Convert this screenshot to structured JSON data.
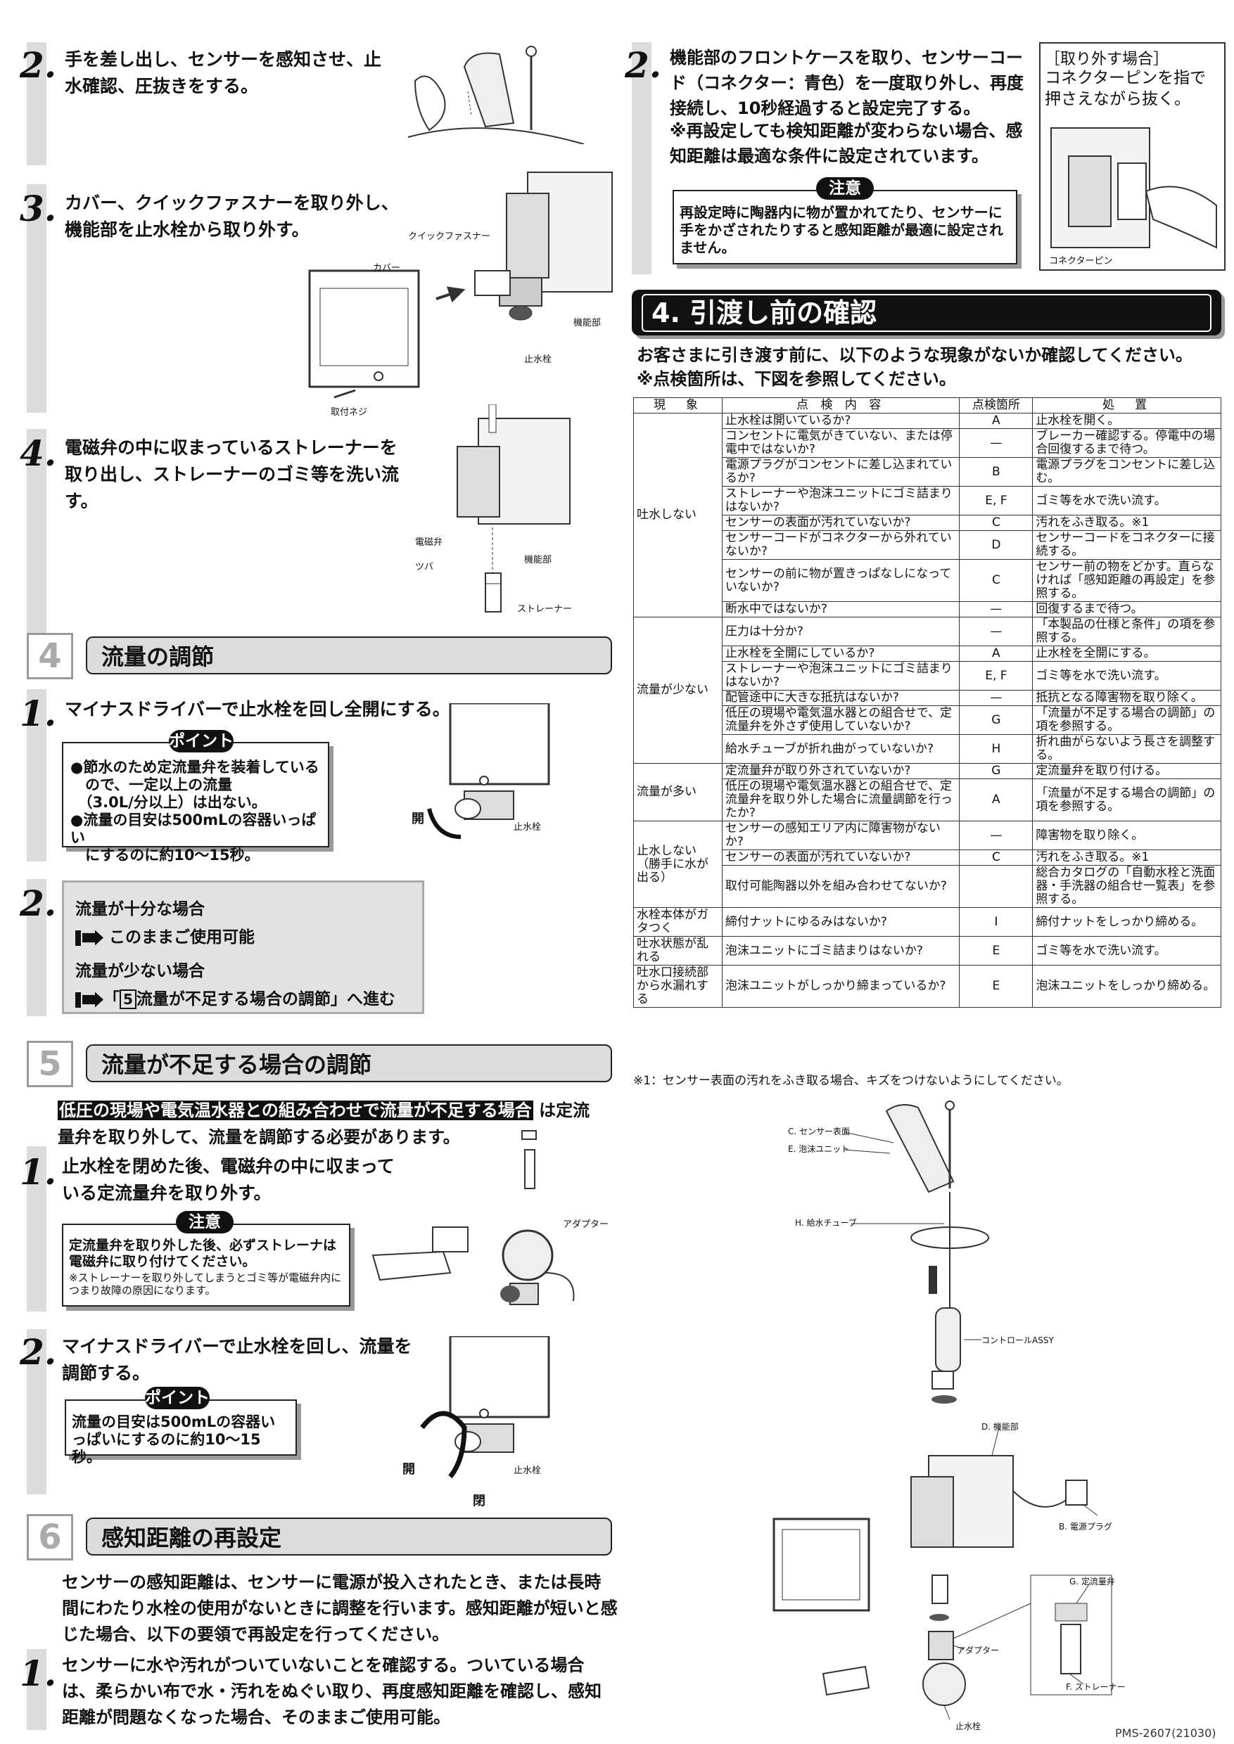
{
  "left": {
    "step2a": {
      "num": "2.",
      "text": "手を差し出し、センサーを感知させ、止水確認、圧抜きをする。"
    },
    "step3a": {
      "num": "3.",
      "text": "カバー、クイックファスナーを取り外し、機能部を止水栓から取り外す。",
      "labels": {
        "fastener": "クイックファスナー",
        "cover": "カバー",
        "func": "機能部",
        "valve": "止水栓",
        "screw": "取付ネジ"
      }
    },
    "step4a": {
      "num": "4.",
      "text": "電磁弁の中に収まっているストレーナーを取り出し、ストレーナーのゴミ等を洗い流す。",
      "labels": {
        "solenoid": "電磁弁",
        "tsuba": "ツバ",
        "func": "機能部",
        "strainer": "ストレーナー"
      }
    },
    "sec4": {
      "num": "4",
      "title": "流量の調節"
    },
    "sec4_step1": {
      "num": "1.",
      "text": "マイナスドライバーで止水栓を回し全開にする。",
      "point_label": "ポイント",
      "point_lines": [
        "●節水のため定流量弁を装着している",
        "　ので、一定以上の流量",
        "　（3.0L/分以上）は出ない。",
        "●流量の目安は500mLの容器いっぱい",
        "　にするのに約10〜15秒。"
      ],
      "fig_open": "開",
      "fig_valve": "止水栓"
    },
    "sec4_step2": {
      "num": "2.",
      "enough": "流量が十分な場合",
      "continue": "このままご使用可能",
      "little": "流量が少ない場合",
      "go_prefix": "「",
      "go_num": "5",
      "go_text": "流量が不足する場合の調節」へ進む"
    },
    "sec5": {
      "num": "5",
      "title": "流量が不足する場合の調節",
      "intro_hl": "低圧の現場や電気温水器との組み合わせで流量が不足する場合",
      "intro_rest1": "は定流",
      "intro_rest2": "量弁を取り外して、流量を調節する必要があります。"
    },
    "sec5_step1": {
      "num": "1.",
      "text": "止水栓を閉めた後、電磁弁の中に収まっている定流量弁を取り外す。",
      "caution_label": "注意",
      "caution_main": "定流量弁を取り外した後、必ずストレーナは電磁弁に取り付けてください。",
      "caution_sub": "※ストレーナーを取り外してしまうとゴミ等が電磁弁内につまり故障の原因になります。",
      "fig_adapter": "アダプター"
    },
    "sec5_step2": {
      "num": "2.",
      "text": "マイナスドライバーで止水栓を回し、流量を調節する。",
      "point_label": "ポイント",
      "point_text": "流量の目安は500mLの容器いっぱいにするのに約10〜15秒。",
      "fig_open": "開",
      "fig_close": "閉",
      "fig_valve": "止水栓"
    },
    "sec6": {
      "num": "6",
      "title": "感知距離の再設定",
      "intro": "センサーの感知距離は、センサーに電源が投入されたとき、または長時間にわたり水栓の使用がないときに調整を行います。感知距離が短いと感じた場合、以下の要領で再設定を行ってください。"
    },
    "sec6_step1": {
      "num": "1.",
      "text": "センサーに水や汚れがついていないことを確認する。ついている場合は、柔らかい布で水・汚れをぬぐい取り、再度感知距離を確認し、感知距離が問題なくなった場合、そのままご使用可能。"
    }
  },
  "right": {
    "step2b": {
      "num": "2.",
      "text": "機能部のフロントケースを取り、センサーコード（コネクター：青色）を一度取り外し、再度接続し、10秒経過すると設定完了する。",
      "note": "※再設定しても検知距離が変わらない場合、感知距離は最適な条件に設定されています。",
      "caution_label": "注意",
      "caution_text": "再設定時に陶器内に物が置かれてたり、センサーに手をかざされたりすると感知距離が最適に設定されません。"
    },
    "remove_box": {
      "title": "［取り外す場合］",
      "text": "コネクターピンを指で押さえながら抜く。",
      "fig_label": "コネクターピン"
    },
    "sec_check": {
      "title": "4. 引渡し前の確認",
      "intro1": "お客さまに引き渡す前に、以下のような現象がないか確認してください。",
      "intro2": "※点検箇所は、下図を参照してください。"
    },
    "table": {
      "headers": [
        "現　象",
        "点 検 内 容",
        "点検箇所",
        "処　置"
      ],
      "groups": [
        {
          "phenomenon": "吐水しない",
          "rows": [
            [
              "止水栓は開いているか?",
              "A",
              "止水栓を開く。"
            ],
            [
              "コンセントに電気がきていない、または停電中ではないか?",
              "—",
              "ブレーカー確認する。停電中の場合回復するまで待つ。"
            ],
            [
              "電源プラグがコンセントに差し込まれているか?",
              "B",
              "電源プラグをコンセントに差し込む。"
            ],
            [
              "ストレーナーや泡沫ユニットにゴミ詰まりはないか?",
              "E, F",
              "ゴミ等を水で洗い流す。"
            ],
            [
              "センサーの表面が汚れていないか?",
              "C",
              "汚れをふき取る。※1"
            ],
            [
              "センサーコードがコネクターから外れていないか?",
              "D",
              "センサーコードをコネクターに接続する。"
            ],
            [
              "センサーの前に物が置きっぱなしになっていないか?",
              "C",
              "センサー前の物をどかす。直らなければ「感知距離の再設定」を参照する。"
            ],
            [
              "断水中ではないか?",
              "—",
              "回復するまで待つ。"
            ]
          ]
        },
        {
          "phenomenon": "流量が少ない",
          "rows": [
            [
              "圧力は十分か?",
              "—",
              "「本製品の仕様と条件」の項を参照する。"
            ],
            [
              "止水栓を全開にしているか?",
              "A",
              "止水栓を全開にする。"
            ],
            [
              "ストレーナーや泡沫ユニットにゴミ詰まりはないか?",
              "E, F",
              "ゴミ等を水で洗い流す。"
            ],
            [
              "配管途中に大きな抵抗はないか?",
              "—",
              "抵抗となる障害物を取り除く。"
            ],
            [
              "低圧の現場や電気温水器との組合せで、定流量弁を外さず使用していないか?",
              "G",
              "「流量が不足する場合の調節」の項を参照する。"
            ],
            [
              "給水チューブが折れ曲がっていないか?",
              "H",
              "折れ曲がらないよう長さを調整する。"
            ]
          ]
        },
        {
          "phenomenon": "流量が多い",
          "rows": [
            [
              "定流量弁が取り外されていないか?",
              "G",
              "定流量弁を取り付ける。"
            ],
            [
              "低圧の現場や電気温水器との組合せで、定流量弁を取り外した場合に流量調節を行ったか?",
              "A",
              "「流量が不足する場合の調節」の項を参照する。"
            ]
          ]
        },
        {
          "phenomenon": "止水しない（勝手に水が出る）",
          "rows": [
            [
              "センサーの感知エリア内に障害物がないか?",
              "—",
              "障害物を取り除く。"
            ],
            [
              "センサーの表面が汚れていないか?",
              "C",
              "汚れをふき取る。※1"
            ],
            [
              "取付可能陶器以外を組み合わせてないか?",
              "",
              "総合カタログの「自動水栓と洗面器・手洗器の組合せ一覧表」を参照する。"
            ]
          ]
        },
        {
          "phenomenon": "水栓本体がガタつく",
          "rows": [
            [
              "締付ナットにゆるみはないか?",
              "I",
              "締付ナットをしっかり締める。"
            ]
          ]
        },
        {
          "phenomenon": "吐水状態が乱れる",
          "rows": [
            [
              "泡沫ユニットにゴミ詰まりはないか?",
              "E",
              "ゴミ等を水で洗い流す。"
            ]
          ]
        },
        {
          "phenomenon": "吐水口接続部から水漏れする",
          "rows": [
            [
              "泡沫ユニットがしっかり締まっているか?",
              "E",
              "泡沫ユニットをしっかり締める。"
            ]
          ]
        }
      ],
      "footnote": "※1：センサー表面の汚れをふき取る場合、キズをつけないようにしてください。"
    },
    "diagram": {
      "labels": {
        "sensor": "C. センサー表面",
        "aerator": "E. 泡沫ユニット",
        "tube": "H. 給水チューブ",
        "control": "コントロールASSY",
        "func": "D. 機能部",
        "plug": "B. 電源プラグ",
        "flow": "G. 定流量弁",
        "adapter": "アダプター",
        "strainer": "F. ストレーナー",
        "valve": "止水栓"
      }
    }
  },
  "doc_code": "PMS-2607(21030)"
}
